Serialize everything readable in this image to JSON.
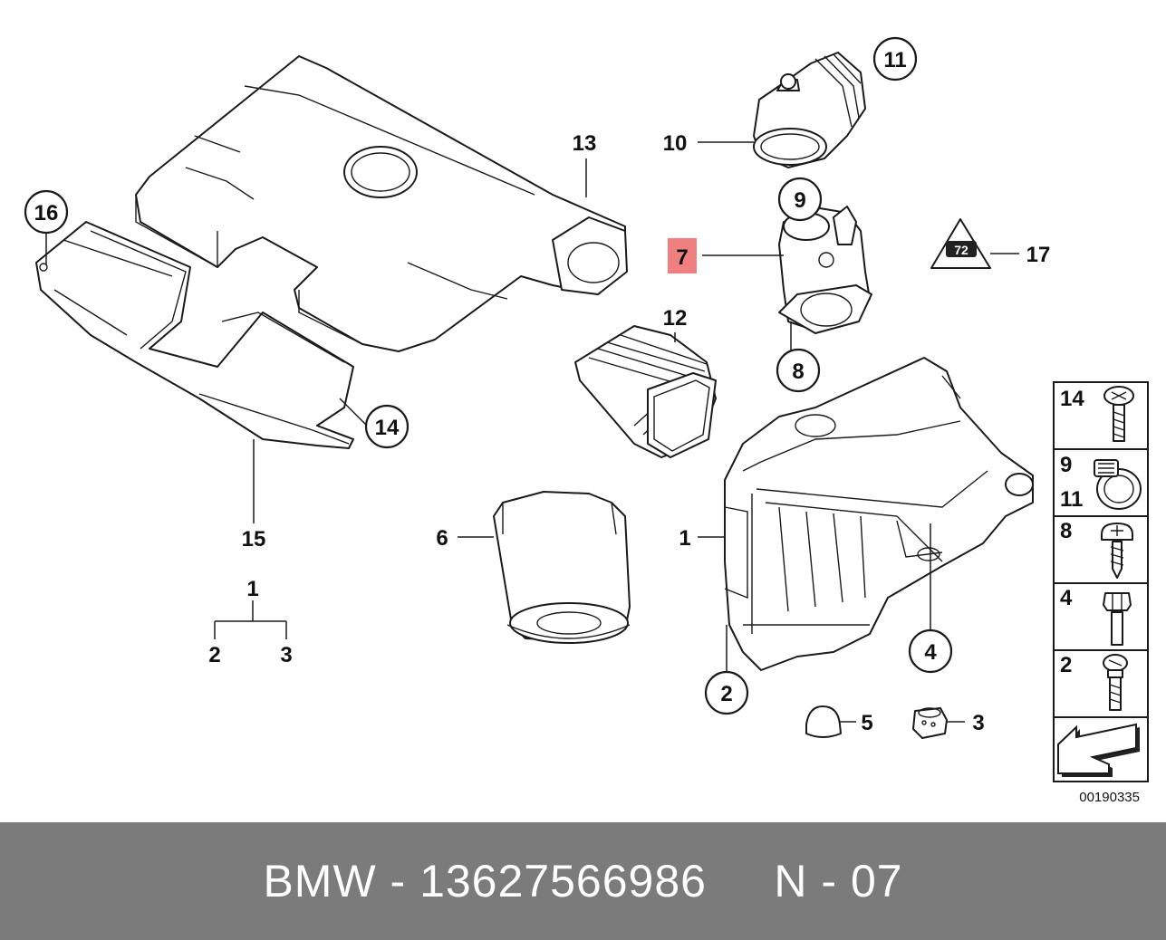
{
  "diagram": {
    "part_labels": {
      "p1_main": "1",
      "p1_tree": "1",
      "p2_tree": "2",
      "p3_tree": "3",
      "p2": "2",
      "p3": "3",
      "p4": "4",
      "p5": "5",
      "p6": "6",
      "p7": "7",
      "p8": "8",
      "p9": "9",
      "p10": "10",
      "p11": "11",
      "p12": "12",
      "p13": "13",
      "p14": "14",
      "p15": "15",
      "p16": "16",
      "p17": "17"
    },
    "highlight_color": "#f08080",
    "highlighted_part": "7",
    "sidebar": [
      {
        "label": "14",
        "icon": "screw-icon"
      },
      {
        "label": "9",
        "label2": "11",
        "icon": "hose-clamp-icon"
      },
      {
        "label": "8",
        "icon": "self-tapping-screw-icon"
      },
      {
        "label": "4",
        "icon": "hex-bolt-icon"
      },
      {
        "label": "2",
        "icon": "bolt-icon"
      },
      {
        "label": "",
        "icon": "arrow-icon"
      }
    ],
    "reference_number": "00190335"
  },
  "footer": {
    "text": "BMW - 13627566986     N - 07"
  }
}
